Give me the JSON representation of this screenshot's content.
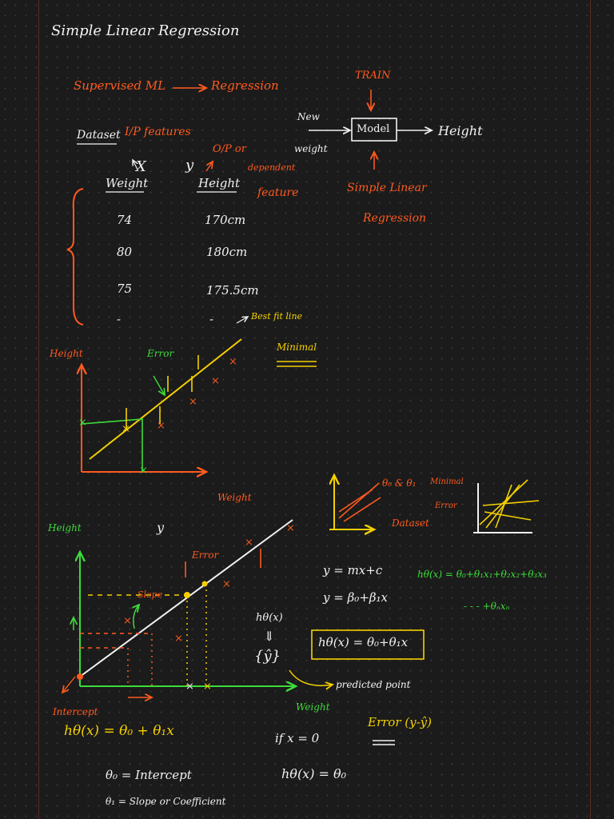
{
  "title": "Simple Linear Regression",
  "supervised": {
    "left": "Supervised ML",
    "right": "Regression"
  },
  "train_label": "TRAIN",
  "model_block": {
    "input_top": "New",
    "input_bottom": "weight",
    "box": "Model",
    "output": "Height",
    "below": "Simple Linear",
    "below2": "Regression"
  },
  "dataset": {
    "label": "Dataset",
    "ip_features": "I/P features",
    "x_letter": "X",
    "y_letter": "y",
    "op": "O/P or",
    "dependent": "dependent",
    "feature": "feature",
    "col_weight": "Weight",
    "col_height": "Height",
    "rows": [
      {
        "w": "74",
        "h": "170cm"
      },
      {
        "w": "80",
        "h": "180cm"
      },
      {
        "w": "75",
        "h": "175.5cm"
      },
      {
        "w": "-",
        "h": "-"
      }
    ]
  },
  "plot1": {
    "ylabel": "Height",
    "error": "Error",
    "bestfit": "Best fit line",
    "minimal": "Minimal"
  },
  "mini": {
    "thetas": "θ₀ & θ₁",
    "minimal": "Minimal",
    "error": "Error",
    "dataset": "Dataset"
  },
  "plot2": {
    "weight_top": "Weight",
    "height": "Height",
    "y": "y",
    "error": "Error",
    "slope": "Slope",
    "intercept": "Intercept",
    "x_axis": "Weight"
  },
  "equations": {
    "y1": "y = mx+c",
    "y2": "y = β₀+β₁x",
    "multi1": "hθ(x) = θ₀+θ₁x₁+θ₂x₂+θ₃x₃",
    "multi2": "- - - +θₙxₙ",
    "hx": "hθ(x)",
    "arrow": "⇓",
    "yhat": "{ŷ}",
    "boxed": "hθ(x) = θ₀+θ₁x",
    "predicted": "predicted point",
    "error_formula": "Error (y-ŷ)",
    "main": "hθ(x) = θ₀ + θ₁x",
    "if": "if  x = 0",
    "h0": "hθ(x) = θ₀",
    "theta0": "θ₀ = Intercept",
    "theta1": "θ₁ = Slope or Coefficient"
  },
  "colors": {
    "orange": "#ff5a1f",
    "green": "#3ddc3a",
    "yellow": "#f5d000",
    "white": "#f2f2f2",
    "background": "#1b1b1b"
  }
}
